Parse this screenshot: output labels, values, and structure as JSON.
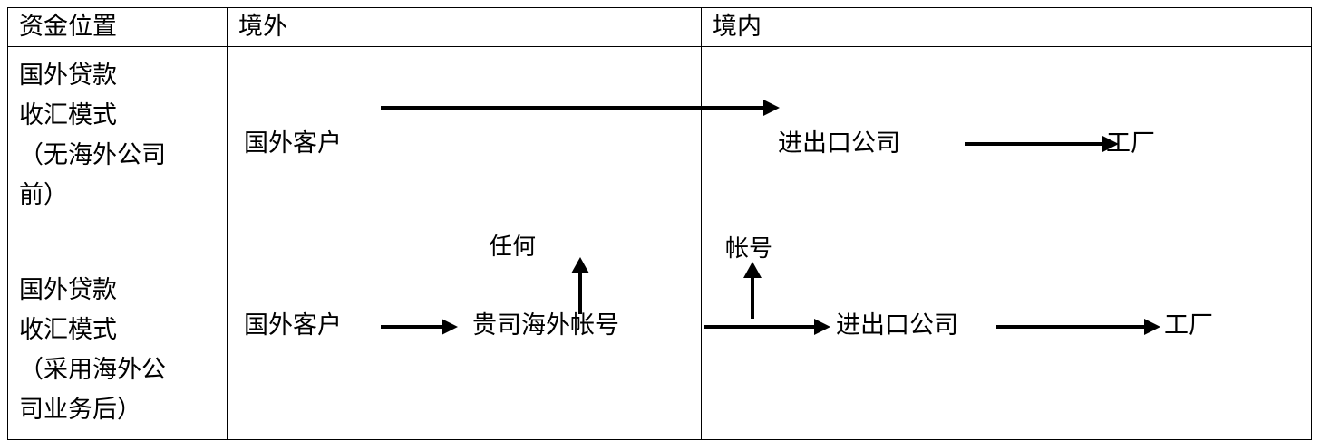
{
  "table": {
    "headers": [
      {
        "label": "资金位置"
      },
      {
        "label": "境外"
      },
      {
        "label": "境内"
      }
    ],
    "rows": [
      {
        "label_lines": [
          "国外贷款",
          "收汇模式",
          "（无海外公司",
          "前）"
        ],
        "offshore": {
          "nodes": [
            {
              "name": "foreign-customer",
              "text": "国外客户"
            }
          ],
          "arrows": [
            {
              "name": "foreign-customer-to-import-export-arrow",
              "direction": "right",
              "crosses_border": true
            }
          ]
        },
        "onshore": {
          "nodes": [
            {
              "name": "import-export-company",
              "text": "进出口公司"
            },
            {
              "name": "factory",
              "text": "工厂"
            }
          ],
          "arrows": [
            {
              "name": "import-export-to-factory-arrow",
              "direction": "right",
              "crosses_border": false
            }
          ]
        }
      },
      {
        "label_lines": [
          "国外贷款",
          "收汇模式",
          "（采用海外公",
          "司业务后）"
        ],
        "offshore": {
          "nodes": [
            {
              "name": "foreign-customer",
              "text": "国外客户"
            },
            {
              "name": "your-offshore-account",
              "text": "贵司海外帐号"
            }
          ],
          "side_labels": [
            {
              "name": "any-label",
              "text": "任何"
            }
          ],
          "arrows": [
            {
              "name": "foreign-customer-to-offshore-account-arrow",
              "direction": "right"
            },
            {
              "name": "any-to-offshore-account-arrow",
              "direction": "up"
            }
          ]
        },
        "onshore": {
          "nodes": [
            {
              "name": "import-export-company",
              "text": "进出口公司"
            },
            {
              "name": "factory",
              "text": "工厂"
            }
          ],
          "side_labels": [
            {
              "name": "account-label",
              "text": "帐号"
            }
          ],
          "arrows": [
            {
              "name": "offshore-account-to-import-export-arrow",
              "direction": "right"
            },
            {
              "name": "account-inflow-arrow",
              "direction": "up"
            },
            {
              "name": "import-export-to-factory-arrow",
              "direction": "right"
            }
          ]
        }
      }
    ]
  },
  "colors": {
    "border": "#000000",
    "text": "#000000",
    "background": "#ffffff"
  }
}
